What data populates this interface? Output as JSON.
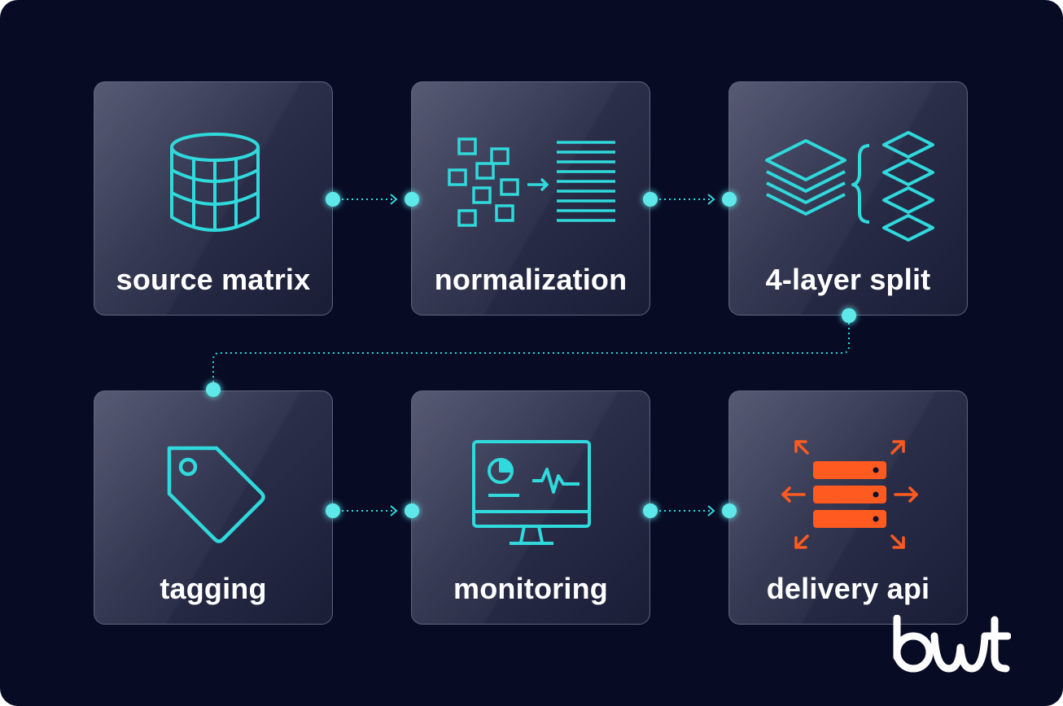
{
  "steps": [
    {
      "label": "source matrix",
      "icon": "database-icon"
    },
    {
      "label": "normalization",
      "icon": "normalize-icon"
    },
    {
      "label": "4-layer split",
      "icon": "layers-split-icon"
    },
    {
      "label": "tagging",
      "icon": "tag-icon"
    },
    {
      "label": "monitoring",
      "icon": "monitor-chart-icon"
    },
    {
      "label": "delivery api",
      "icon": "server-distribute-icon"
    }
  ],
  "logo": {
    "text": "bwt"
  },
  "colors": {
    "background": "#070b24",
    "accent": "#2fd9dc",
    "highlight": "#ff5a1f",
    "label": "#ffffff"
  }
}
